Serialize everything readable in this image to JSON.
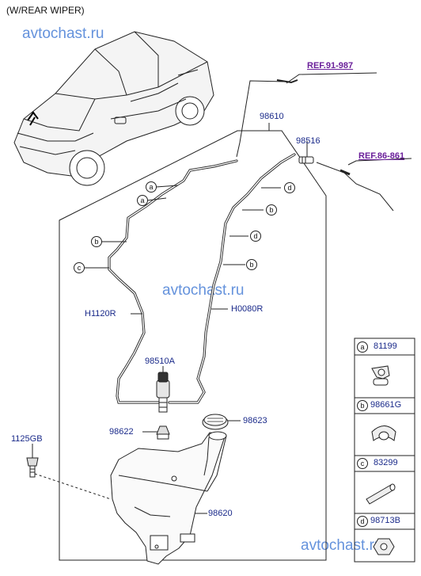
{
  "header": {
    "note": "(W/REAR WIPER)"
  },
  "watermark": "avtochast.ru",
  "refs": {
    "top": "REF.91-987",
    "right": "REF.86-861"
  },
  "parts": {
    "assembly": "98610",
    "nozzle": "98516",
    "hose_left": "H1120R",
    "hose_right": "H0080R",
    "pump": "98510A",
    "grommet": "98622",
    "cap": "98623",
    "reservoir": "98620",
    "bolt": "1125GB"
  },
  "callouts": {
    "a": "a",
    "b": "b",
    "c": "c",
    "d": "d"
  },
  "legend": [
    {
      "letter": "a",
      "part": "81199",
      "icon": "clip-icon"
    },
    {
      "letter": "b",
      "part": "98661G",
      "icon": "hose-clamp-icon"
    },
    {
      "letter": "c",
      "part": "83299",
      "icon": "hose-sleeve-icon"
    },
    {
      "letter": "d",
      "part": "98713B",
      "icon": "hose-holder-icon"
    }
  ]
}
